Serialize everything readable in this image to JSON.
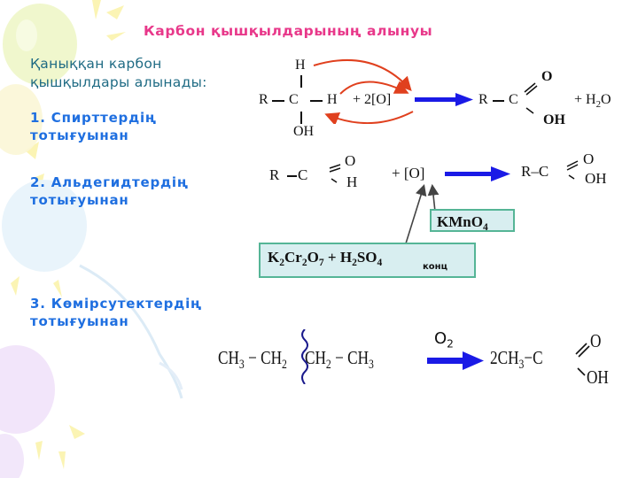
{
  "slide": {
    "title": "Карбон қышқылдарының алынуы",
    "intro_line1": "Қаныққан карбон",
    "intro_line2": "қышқылдары алынады:",
    "methods": [
      {
        "line1": "1. Спирттердің",
        "line2": "тотығуынан"
      },
      {
        "line1": "2. Альдегидтердің",
        "line2": "тотығуынан"
      },
      {
        "line1": "3. Көмірсутектердің",
        "line2": "тотығуынан"
      }
    ]
  },
  "reaction1": {
    "r": "R",
    "c": "C",
    "h_top": "H",
    "h_right": "H",
    "oh": "OH",
    "oxidant": "+ 2[O]",
    "prod_r": "R",
    "prod_c": "C",
    "prod_o": "O",
    "prod_oh": "OH",
    "plus": "+ H",
    "h2o_sub": "2",
    "h2o_o": "O"
  },
  "reaction2": {
    "r": "R",
    "c": "C",
    "o": "O",
    "h": "H",
    "oxidant": "+ [O]",
    "prod_rc": "R–C",
    "prod_o": "O",
    "prod_oh": "OH",
    "reagent1": {
      "k": "KMnO",
      "sub": "4"
    },
    "reagent2": {
      "k": "K",
      "s1": "2",
      "cr": "Cr",
      "s2": "2",
      "o": "O",
      "s3": "7",
      "plus": " + H",
      "s4": "2",
      "so": "SO",
      "s5": "4",
      "cond": "конц"
    }
  },
  "reaction3": {
    "ch3a": "CH",
    "s3a": "3",
    "ch2a": "CH",
    "s2a": "2",
    "ch2b": "CH",
    "s2b": "2",
    "ch3b": "CH",
    "s3b": "3",
    "catalyst": "O",
    "cat_sub": "2",
    "prod_coef": "2CH",
    "prod_sub": "3",
    "prod_c": "C",
    "prod_o": "O",
    "prod_oh": "OH"
  },
  "colors": {
    "title": "#e8388a",
    "intro": "#1f6b84",
    "methods": "#1f6fe0",
    "reaction_arrow": "#1a1ae6",
    "electron_arrows": "#e0401e",
    "reagent_box_bg": "#d8eef0",
    "reagent_box_border": "#55b596"
  }
}
